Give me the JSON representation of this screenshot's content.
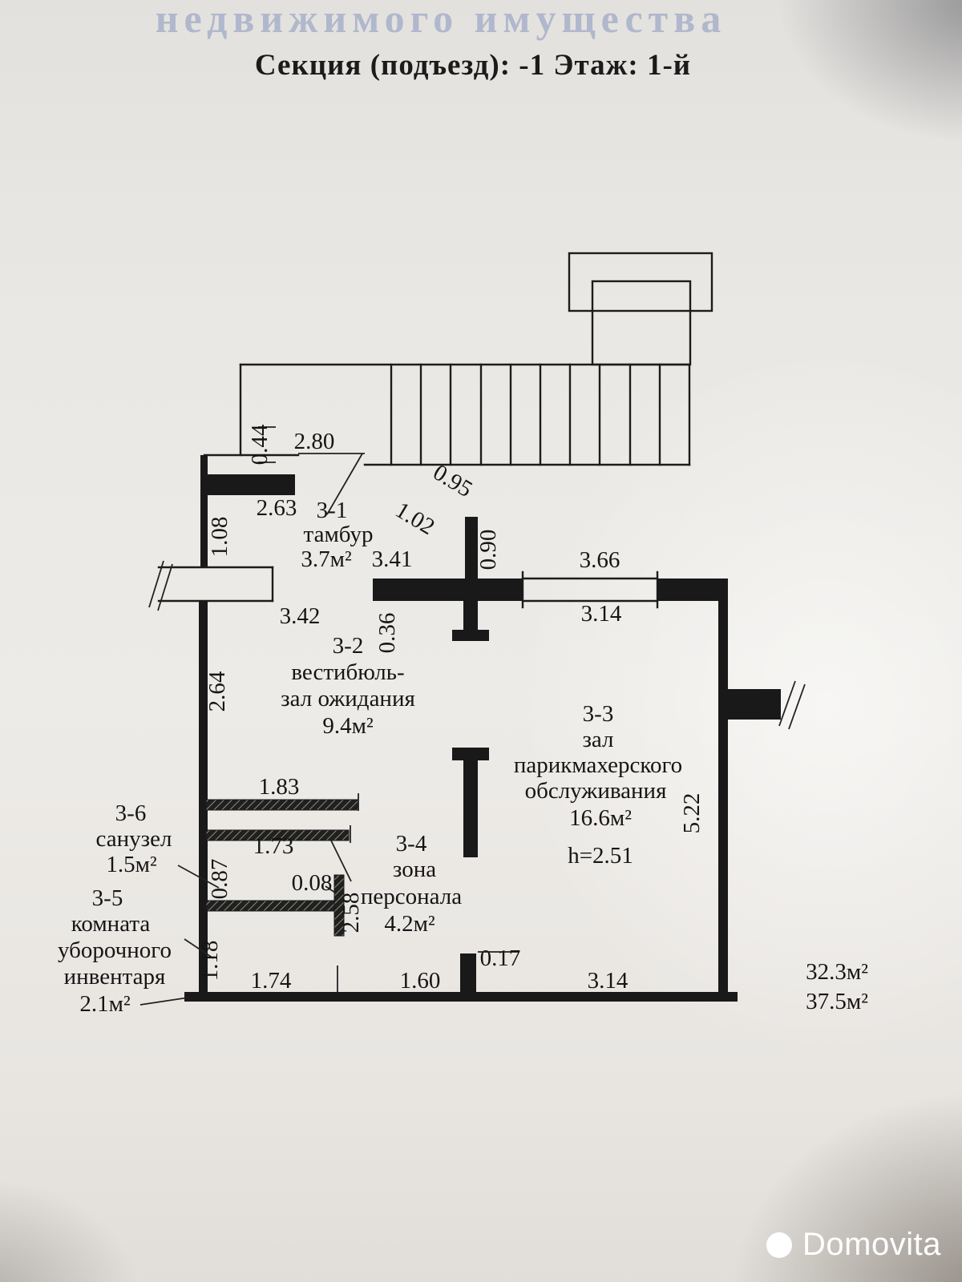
{
  "page": {
    "title": "Секция (подъезд): -1  Этаж: 1-й",
    "watermark_top": "недвижимого имущества",
    "brand": "Domovita"
  },
  "rooms": {
    "r31": {
      "id": "3-1",
      "line1": "тамбур",
      "area": "3.7м²"
    },
    "r32": {
      "id": "3-2",
      "line1": "вестибюль-",
      "line2": "зал ожидания",
      "area": "9.4м²"
    },
    "r33": {
      "id": "3-3",
      "line1": "зал",
      "line2": "парикмахерского",
      "line3": "обслуживания",
      "area": "16.6м²",
      "height": "h=2.51"
    },
    "r34": {
      "id": "3-4",
      "line1": "зона",
      "line2": "персонала",
      "area": "4.2м²"
    },
    "r35": {
      "id": "3-5",
      "line1": "комната",
      "line2": "уборочного",
      "line3": "инвентаря",
      "area": "2.1м²"
    },
    "r36": {
      "id": "3-6",
      "line1": "санузел",
      "area": "1.5м²"
    }
  },
  "dims": {
    "d044": "0.44",
    "d280": "2.80",
    "d263": "2.63",
    "d108": "1.08",
    "d095": "0.95",
    "d102": "1.02",
    "d090": "0.90",
    "d341": "3.41",
    "d366": "3.66",
    "d314_top": "3.14",
    "d342": "3.42",
    "d036": "0.36",
    "d264": "2.64",
    "d183": "1.83",
    "d173": "1.73",
    "d087": "0.87",
    "d008": "0.08",
    "d258": "2.58",
    "d118": "1.18",
    "d174": "1.74",
    "d160": "1.60",
    "d017": "0.17",
    "d314_bottom": "3.14",
    "d522": "5.22"
  },
  "totals": {
    "area_a": "32.3м²",
    "area_b": "37.5м²"
  }
}
